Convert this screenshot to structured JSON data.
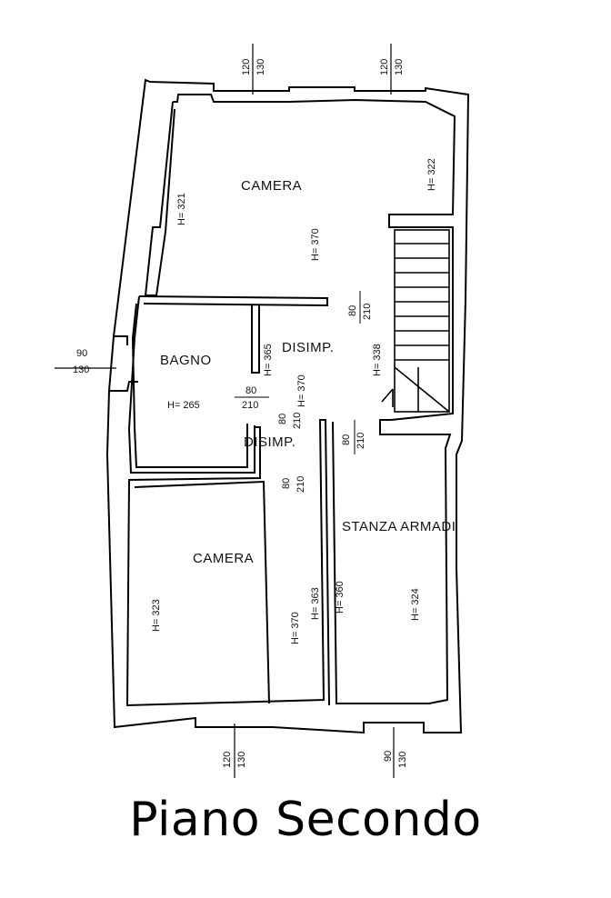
{
  "caption": "Piano Secondo",
  "rooms": [
    {
      "id": "camera_top",
      "name": "CAMERA",
      "height": "H= 370",
      "h_wall_left": "H= 321",
      "h_wall_right": "H= 322"
    },
    {
      "id": "bagno",
      "name": "BAGNO",
      "height": "H= 265"
    },
    {
      "id": "disimp_upper",
      "name": "DISIMP.",
      "height": "H= 370",
      "h_wall": "H= 365"
    },
    {
      "id": "disimp_lower",
      "name": "DISIMP."
    },
    {
      "id": "camera_bottom",
      "name": "CAMERA",
      "height": "H= 370",
      "h_wall_left": "H= 323",
      "h_wall_right": "H= 363"
    },
    {
      "id": "stanza_armadi",
      "name": "STANZA ARMADI",
      "h_wall_left": "H= 360",
      "h_wall_right": "H= 324"
    }
  ],
  "stair": {
    "height": "H= 338"
  },
  "openings": [
    {
      "w": "120",
      "h": "130"
    },
    {
      "w": "120",
      "h": "130"
    },
    {
      "w": "90",
      "h": "130"
    },
    {
      "w": "120",
      "h": "130"
    },
    {
      "w": "90",
      "h": "130"
    }
  ],
  "doors": [
    {
      "w": "80",
      "h": "210"
    },
    {
      "w": "80",
      "h": "210"
    },
    {
      "w": "80",
      "h": "210"
    },
    {
      "w": "80",
      "h": "210"
    },
    {
      "w": "80",
      "h": "210"
    }
  ]
}
